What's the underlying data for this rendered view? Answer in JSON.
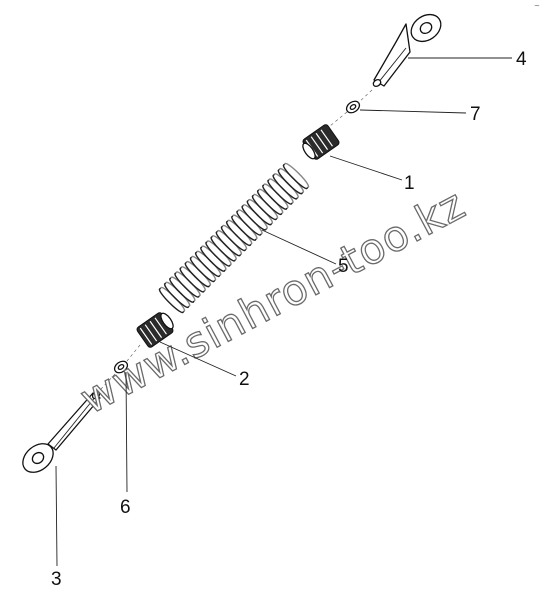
{
  "callouts": [
    {
      "id": "1",
      "label": "1"
    },
    {
      "id": "2",
      "label": "2"
    },
    {
      "id": "3",
      "label": "3"
    },
    {
      "id": "4",
      "label": "4"
    },
    {
      "id": "5",
      "label": "5"
    },
    {
      "id": "6",
      "label": "6"
    },
    {
      "id": "7",
      "label": "7"
    }
  ],
  "watermark": "www.sinhron-too.kz"
}
